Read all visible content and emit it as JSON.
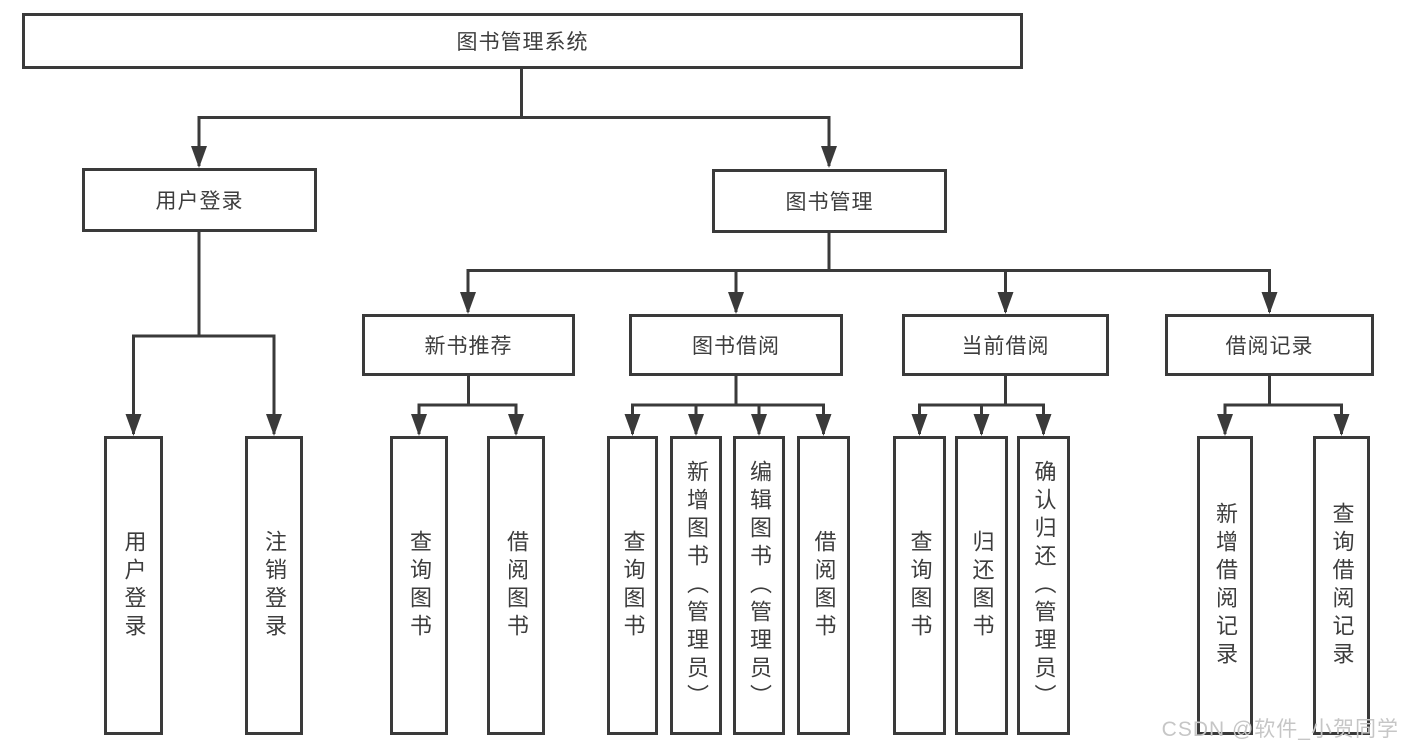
{
  "diagram_title": "图书管理系统",
  "colors": {
    "line": "#3a3a3a",
    "node_border": "#3a3a3a",
    "text": "#3d3d3d",
    "watermark": "#c6c6c6",
    "background": "#ffffff"
  },
  "level1": {
    "label": "图书管理系统"
  },
  "level2": [
    {
      "label": "用户登录"
    },
    {
      "label": "图书管理"
    }
  ],
  "level3": [
    {
      "label": "新书推荐",
      "parent": "图书管理"
    },
    {
      "label": "图书借阅",
      "parent": "图书管理"
    },
    {
      "label": "当前借阅",
      "parent": "图书管理"
    },
    {
      "label": "借阅记录",
      "parent": "图书管理"
    }
  ],
  "leaves": [
    {
      "label": "用户登录",
      "parent": "用户登录"
    },
    {
      "label": "注销登录",
      "parent": "用户登录"
    },
    {
      "label": "查询图书",
      "parent": "新书推荐"
    },
    {
      "label": "借阅图书",
      "parent": "新书推荐"
    },
    {
      "label": "查询图书",
      "parent": "图书借阅"
    },
    {
      "label": "新增图书（管理员）",
      "parent": "图书借阅"
    },
    {
      "label": "编辑图书（管理员）",
      "parent": "图书借阅"
    },
    {
      "label": "借阅图书",
      "parent": "图书借阅"
    },
    {
      "label": "查询图书",
      "parent": "当前借阅"
    },
    {
      "label": "归还图书",
      "parent": "当前借阅"
    },
    {
      "label": "确认归还（管理员）",
      "parent": "当前借阅"
    },
    {
      "label": "新增借阅记录",
      "parent": "借阅记录"
    },
    {
      "label": "查询借阅记录",
      "parent": "借阅记录"
    }
  ],
  "watermark": "CSDN @软件_小贺同学"
}
